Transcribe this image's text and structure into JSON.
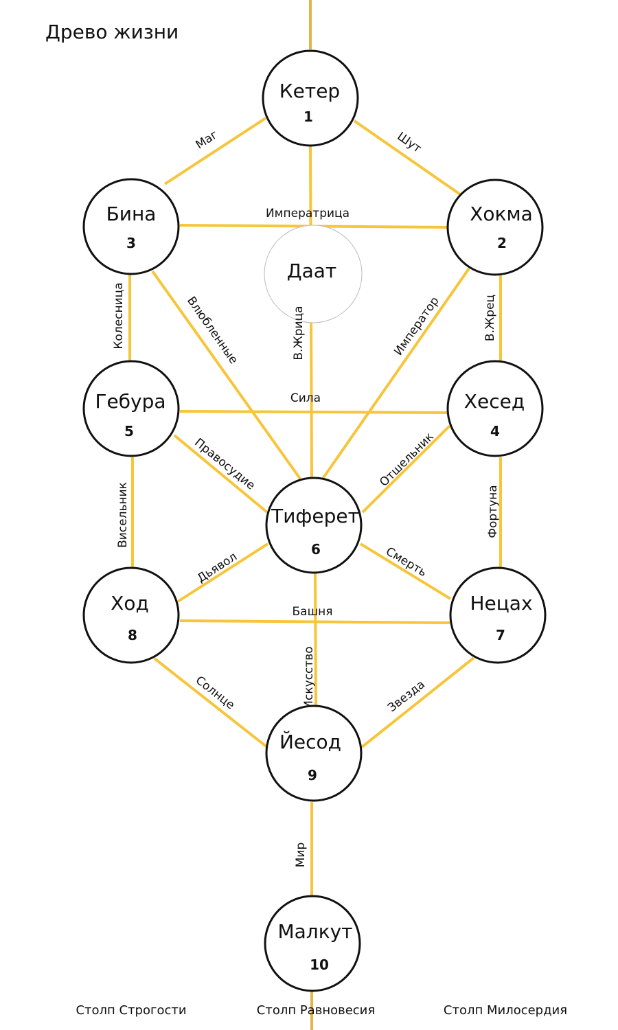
{
  "title": "Древо жизни",
  "colors": {
    "path": "#f7c53a",
    "axis": "#e2b548",
    "node_stroke": "#111111"
  },
  "sephirot": {
    "keter": {
      "name": "Кетер",
      "number": "1"
    },
    "chokmah": {
      "name": "Хокма",
      "number": "2"
    },
    "binah": {
      "name": "Бина",
      "number": "3"
    },
    "chesed": {
      "name": "Хесед",
      "number": "4"
    },
    "geburah": {
      "name": "Гебура",
      "number": "5"
    },
    "tiferet": {
      "name": "Тиферет",
      "number": "6"
    },
    "netzach": {
      "name": "Нецах",
      "number": "7"
    },
    "hod": {
      "name": "Ход",
      "number": "8"
    },
    "yesod": {
      "name": "Йесод",
      "number": "9"
    },
    "malkut": {
      "name": "Малкут",
      "number": "10"
    }
  },
  "daat": {
    "name": "Даат"
  },
  "paths": {
    "mag": "Маг",
    "shut": "Шут",
    "imperatritsa": "Императрица",
    "kolesnitsa": "Колесница",
    "vlyublennye": "Влюбленные",
    "zhritsa": "В.Жрица",
    "imperator": "Император",
    "zhrets": "В.Жрец",
    "sila": "Сила",
    "pravosudie": "Правосудие",
    "otshelnik": "Отшельник",
    "viselnik": "Висельник",
    "fortuna": "Фортуна",
    "dyavol": "Дьявол",
    "smert": "Смерть",
    "bashnya": "Башня",
    "iskusstvo": "Искусство",
    "solntse": "Солнце",
    "zvezda": "Звезда",
    "mir": "Мир"
  },
  "pillars": {
    "severity": "Столп Строгости",
    "balance": "Столп Равновесия",
    "mercy": "Столп Милосердия"
  }
}
